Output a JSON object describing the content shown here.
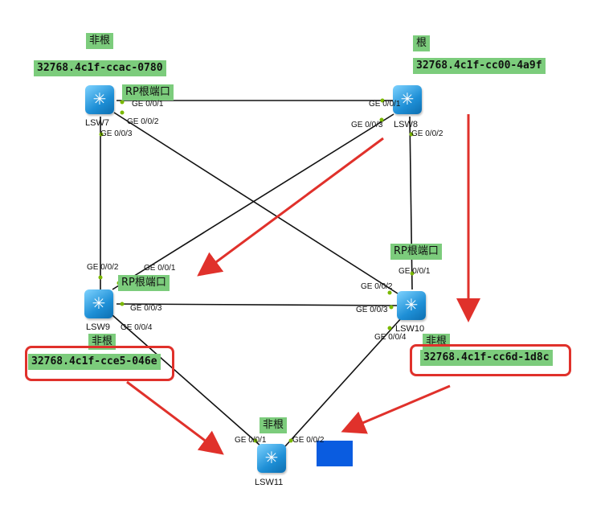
{
  "devices": [
    {
      "id": "lsw7",
      "name": "LSW7"
    },
    {
      "id": "lsw8",
      "name": "LSW8"
    },
    {
      "id": "lsw9",
      "name": "LSW9"
    },
    {
      "id": "lsw10",
      "name": "LSW10"
    },
    {
      "id": "lsw11",
      "name": "LSW11"
    }
  ],
  "labels": {
    "lsw7_role": "非根",
    "lsw7_bridge": "32768.4c1f-ccac-0780",
    "lsw8_role": "根",
    "lsw8_bridge": "32768.4c1f-cc00-4a9f",
    "lsw9_role": "非根",
    "lsw9_bridge": "32768.4c1f-cce5-046e",
    "lsw10_role": "非根",
    "lsw10_bridge": "32768.4c1f-cc6d-1d8c",
    "lsw11_role": "非根",
    "rp_lsw7": "RP根端口",
    "rp_lsw9": "RP根端口",
    "rp_lsw10": "RP根端口"
  },
  "ports": {
    "lsw7_g1": "GE 0/0/1",
    "lsw7_g2": "GE 0/0/2",
    "lsw7_g3": "GE 0/0/3",
    "lsw8_g1": "GE 0/0/1",
    "lsw8_g3": "GE 0/0/3",
    "lsw8_g2": "GE 0/0/2",
    "lsw9_g2": "GE 0/0/2",
    "lsw9_g1": "GE 0/0/1",
    "lsw9_g3": "GE 0/0/3",
    "lsw9_g4": "GE 0/0/4",
    "lsw10_g1": "GE 0/0/1",
    "lsw10_g2": "GE 0/0/2",
    "lsw10_g3": "GE 0/0/3",
    "lsw10_g4": "GE 0/0/4",
    "lsw11_g1": "GE 0/0/1",
    "lsw11_g2": "GE 0/0/2"
  },
  "colors": {
    "label_bg": "#7ccc7c",
    "link": "#111111",
    "arrow": "#e0312b",
    "highlight_box": "#e0312b",
    "blue_block": "#0a5ce0",
    "port_dot": "#7ab800"
  }
}
